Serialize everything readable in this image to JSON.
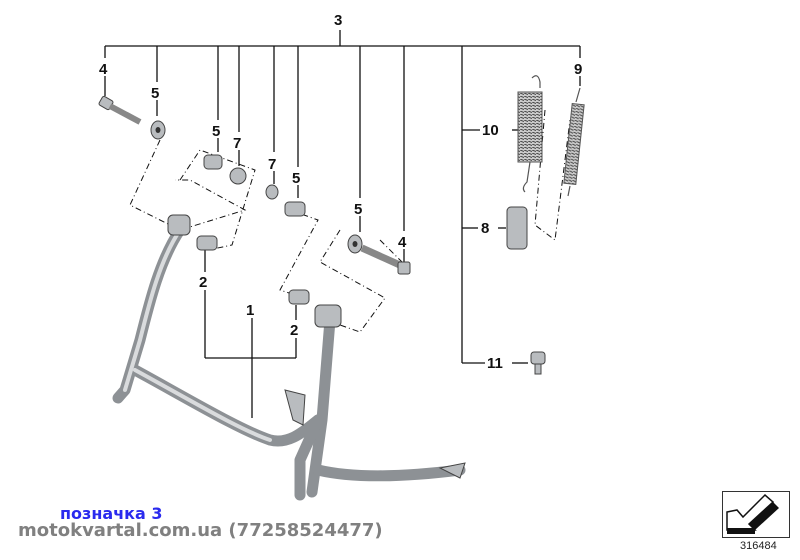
{
  "diagram": {
    "labels": {
      "l3": "3",
      "l4a": "4",
      "l5a": "5",
      "l5b": "5",
      "l7a": "7",
      "l7b": "7",
      "l5c": "5",
      "l5d": "5",
      "l4b": "4",
      "l9": "9",
      "l10": "10",
      "l8": "8",
      "l11": "11",
      "l2a": "2",
      "l2b": "2",
      "l1": "1"
    },
    "image_number": "316484"
  },
  "watermark": {
    "caption": "позначка 3",
    "site": "motokvartal.com.ua (77258524477)"
  },
  "icons": [
    "arrow-down-left-icon"
  ]
}
